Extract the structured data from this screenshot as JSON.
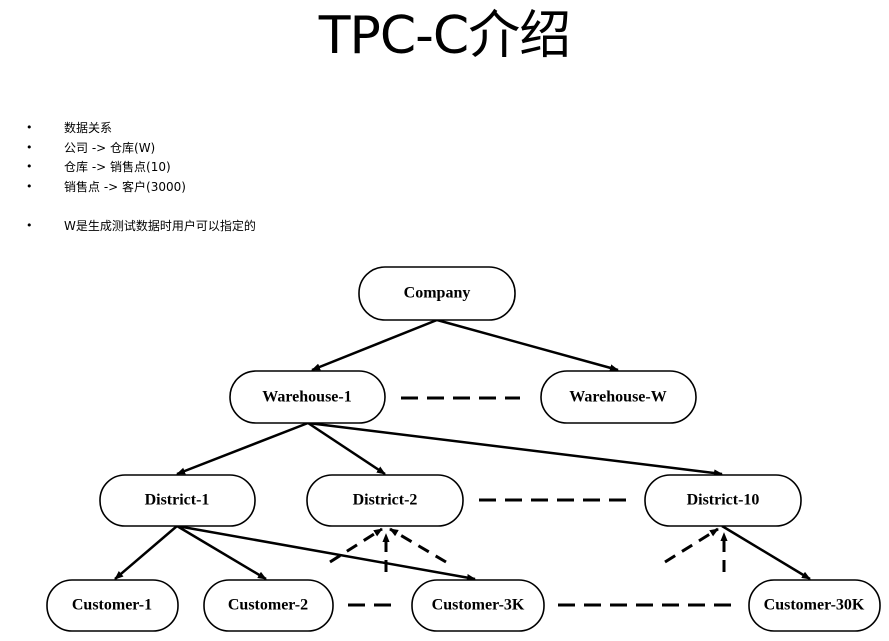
{
  "slide": {
    "title": "TPC-C介绍",
    "bullets": [
      "数据关系",
      "公司 -> 仓库(W)",
      "仓库 -> 销售点(10)",
      "销售点 -> 客户(3000)",
      "W是生成测试数据时用户可以指定的"
    ],
    "bullet_marker": "•"
  },
  "diagram": {
    "nodes": {
      "company": "Company",
      "warehouse_1": "Warehouse-1",
      "warehouse_w": "Warehouse-W",
      "district_1": "District-1",
      "district_2": "District-2",
      "district_10": "District-10",
      "customer_1": "Customer-1",
      "customer_2": "Customer-2",
      "customer_3k": "Customer-3K",
      "customer_30k": "Customer-30K"
    },
    "edges": [
      [
        "company",
        "warehouse_1"
      ],
      [
        "company",
        "warehouse_w"
      ],
      [
        "warehouse_1",
        "district_1"
      ],
      [
        "warehouse_1",
        "district_2"
      ],
      [
        "warehouse_1",
        "district_10"
      ],
      [
        "district_1",
        "customer_1"
      ],
      [
        "district_1",
        "customer_2"
      ],
      [
        "district_1",
        "customer_3k"
      ],
      [
        "district_10",
        "customer_30k"
      ]
    ],
    "ellipsis_links": [
      [
        "warehouse_1",
        "warehouse_w"
      ],
      [
        "district_2",
        "district_10"
      ],
      [
        "customer_2",
        "customer_3k"
      ],
      [
        "customer_3k",
        "customer_30k"
      ]
    ]
  }
}
